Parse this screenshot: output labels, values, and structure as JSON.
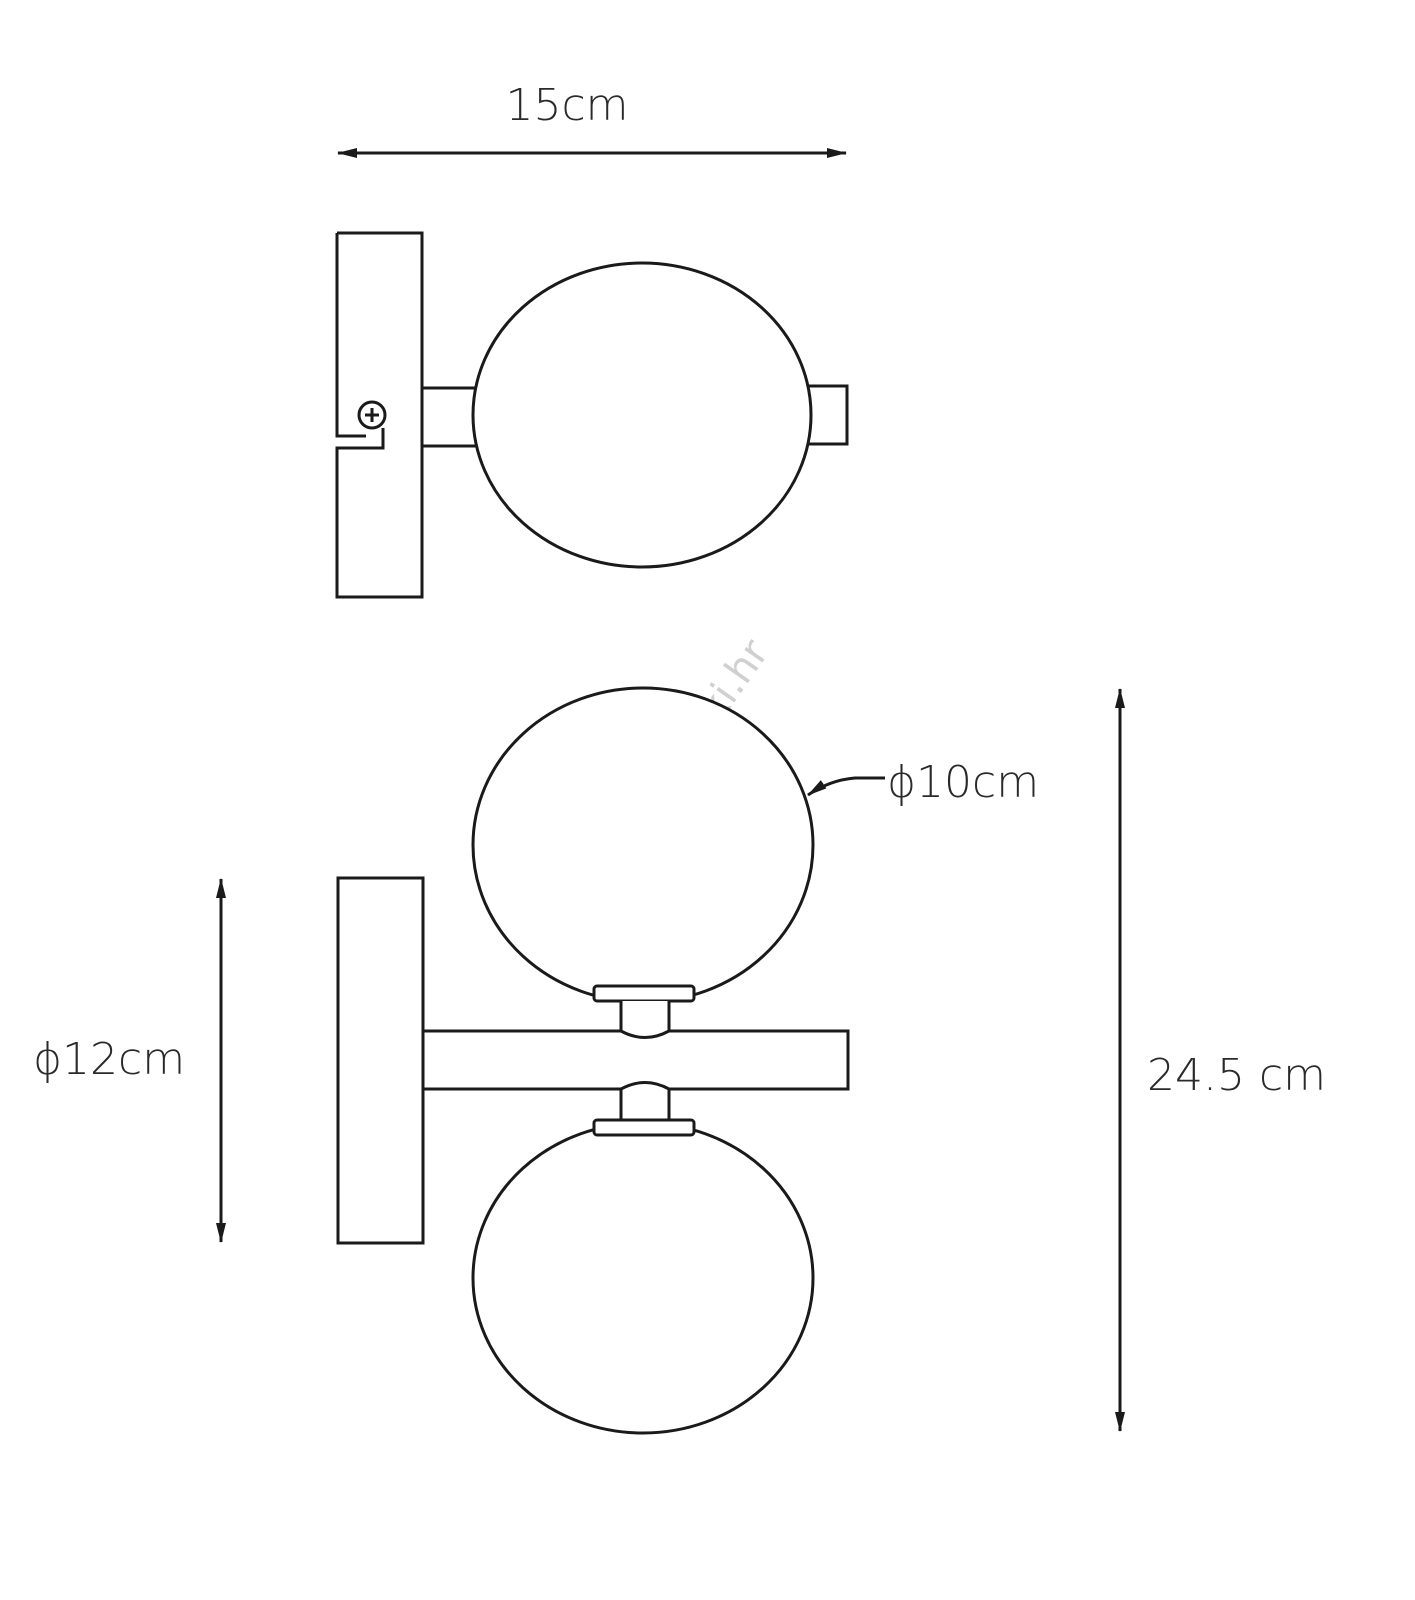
{
  "dimensions": {
    "width": "15cm",
    "backplate_diameter": "ϕ12cm",
    "globe_diameter": "ϕ10cm",
    "height": "24.5 cm"
  },
  "watermark": "svijet-svjetiljki.hr",
  "colors": {
    "line": "#1a1a1a",
    "watermark": "#d0d0d0"
  }
}
